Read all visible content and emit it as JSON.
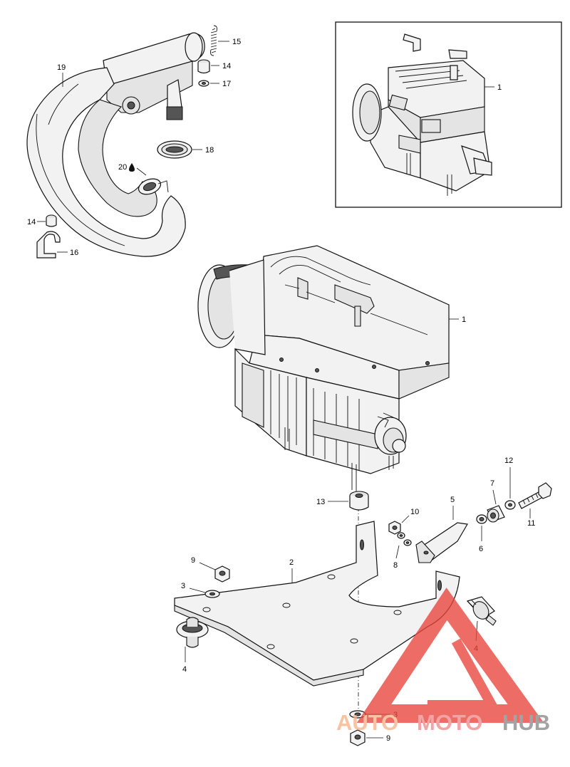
{
  "callouts": {
    "inset_engine": "1",
    "engine": "1",
    "skid_plate": "2",
    "washer_left": "3",
    "washer_bottom": "3",
    "mount_left": "4",
    "mount_right": "4",
    "bracket": "5",
    "spacer": "6",
    "bushing": "7",
    "lock_washer": "8",
    "nut_left": "9",
    "nut_bottom": "9",
    "nut_flange": "10",
    "bolt": "11",
    "washer_bolt": "12",
    "rubber_block": "13",
    "grommet_top": "14",
    "grommet_left": "14",
    "spring": "15",
    "clip": "16",
    "washer_top": "17",
    "seal_ring": "18",
    "exhaust_pipe": "19",
    "sealant": "20"
  },
  "logo": {
    "part1": "AUTO",
    "part2": "MOTO",
    "part3": "HUB",
    "colors": {
      "auto": "#f5b38a",
      "moto": "#f08a8a",
      "hub": "#8a8a8a",
      "triangle": "#e8453c"
    }
  }
}
